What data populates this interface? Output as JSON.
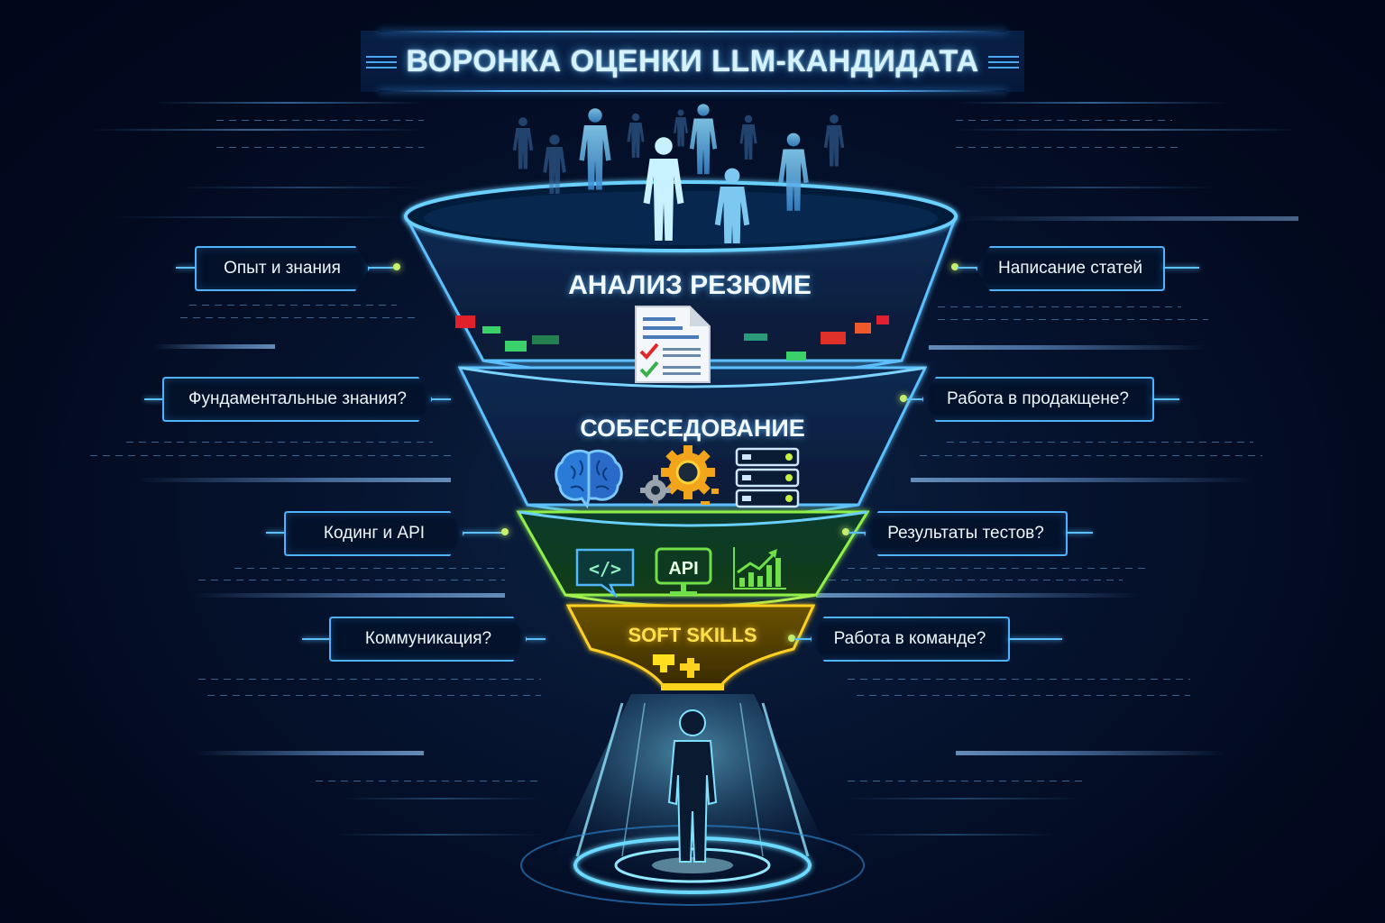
{
  "title": "ВОРОНКА ОЦЕНКИ LLM-КАНДИДАТА",
  "funnel": {
    "stages": [
      {
        "label": "АНАЛИЗ РЕЗЮМЕ",
        "icon": "resume-checklist-icon",
        "color": "#3aa8ff"
      },
      {
        "label": "СОБЕСЕДОВАНИЕ",
        "icons": [
          "brain-icon",
          "gears-icon",
          "server-icon"
        ],
        "color": "#3aa8ff"
      },
      {
        "label": "",
        "icons": [
          "code-icon",
          "api-monitor-icon",
          "growth-chart-icon"
        ],
        "icon_labels": {
          "code": "</>",
          "api": "API"
        },
        "color": "#6fdc3a"
      },
      {
        "label": "SOFT SKILLS",
        "icon": "puzzle-icon",
        "color": "#f5c518"
      }
    ],
    "input": "candidates-crowd",
    "output": "selected-candidate"
  },
  "left_questions": [
    "Опыт и знания",
    "Фундаментальные знания?",
    "Кодинг и API",
    "Коммуникация?"
  ],
  "right_questions": [
    "Написание статей",
    "Работа в продакщене?",
    "Результаты тестов?",
    "Работа в команде?"
  ],
  "colors": {
    "background": "#020a1f",
    "accent_blue": "#4fb3ff",
    "accent_green": "#6fdc3a",
    "accent_yellow": "#f5c518",
    "dot": "#c8f06a"
  }
}
